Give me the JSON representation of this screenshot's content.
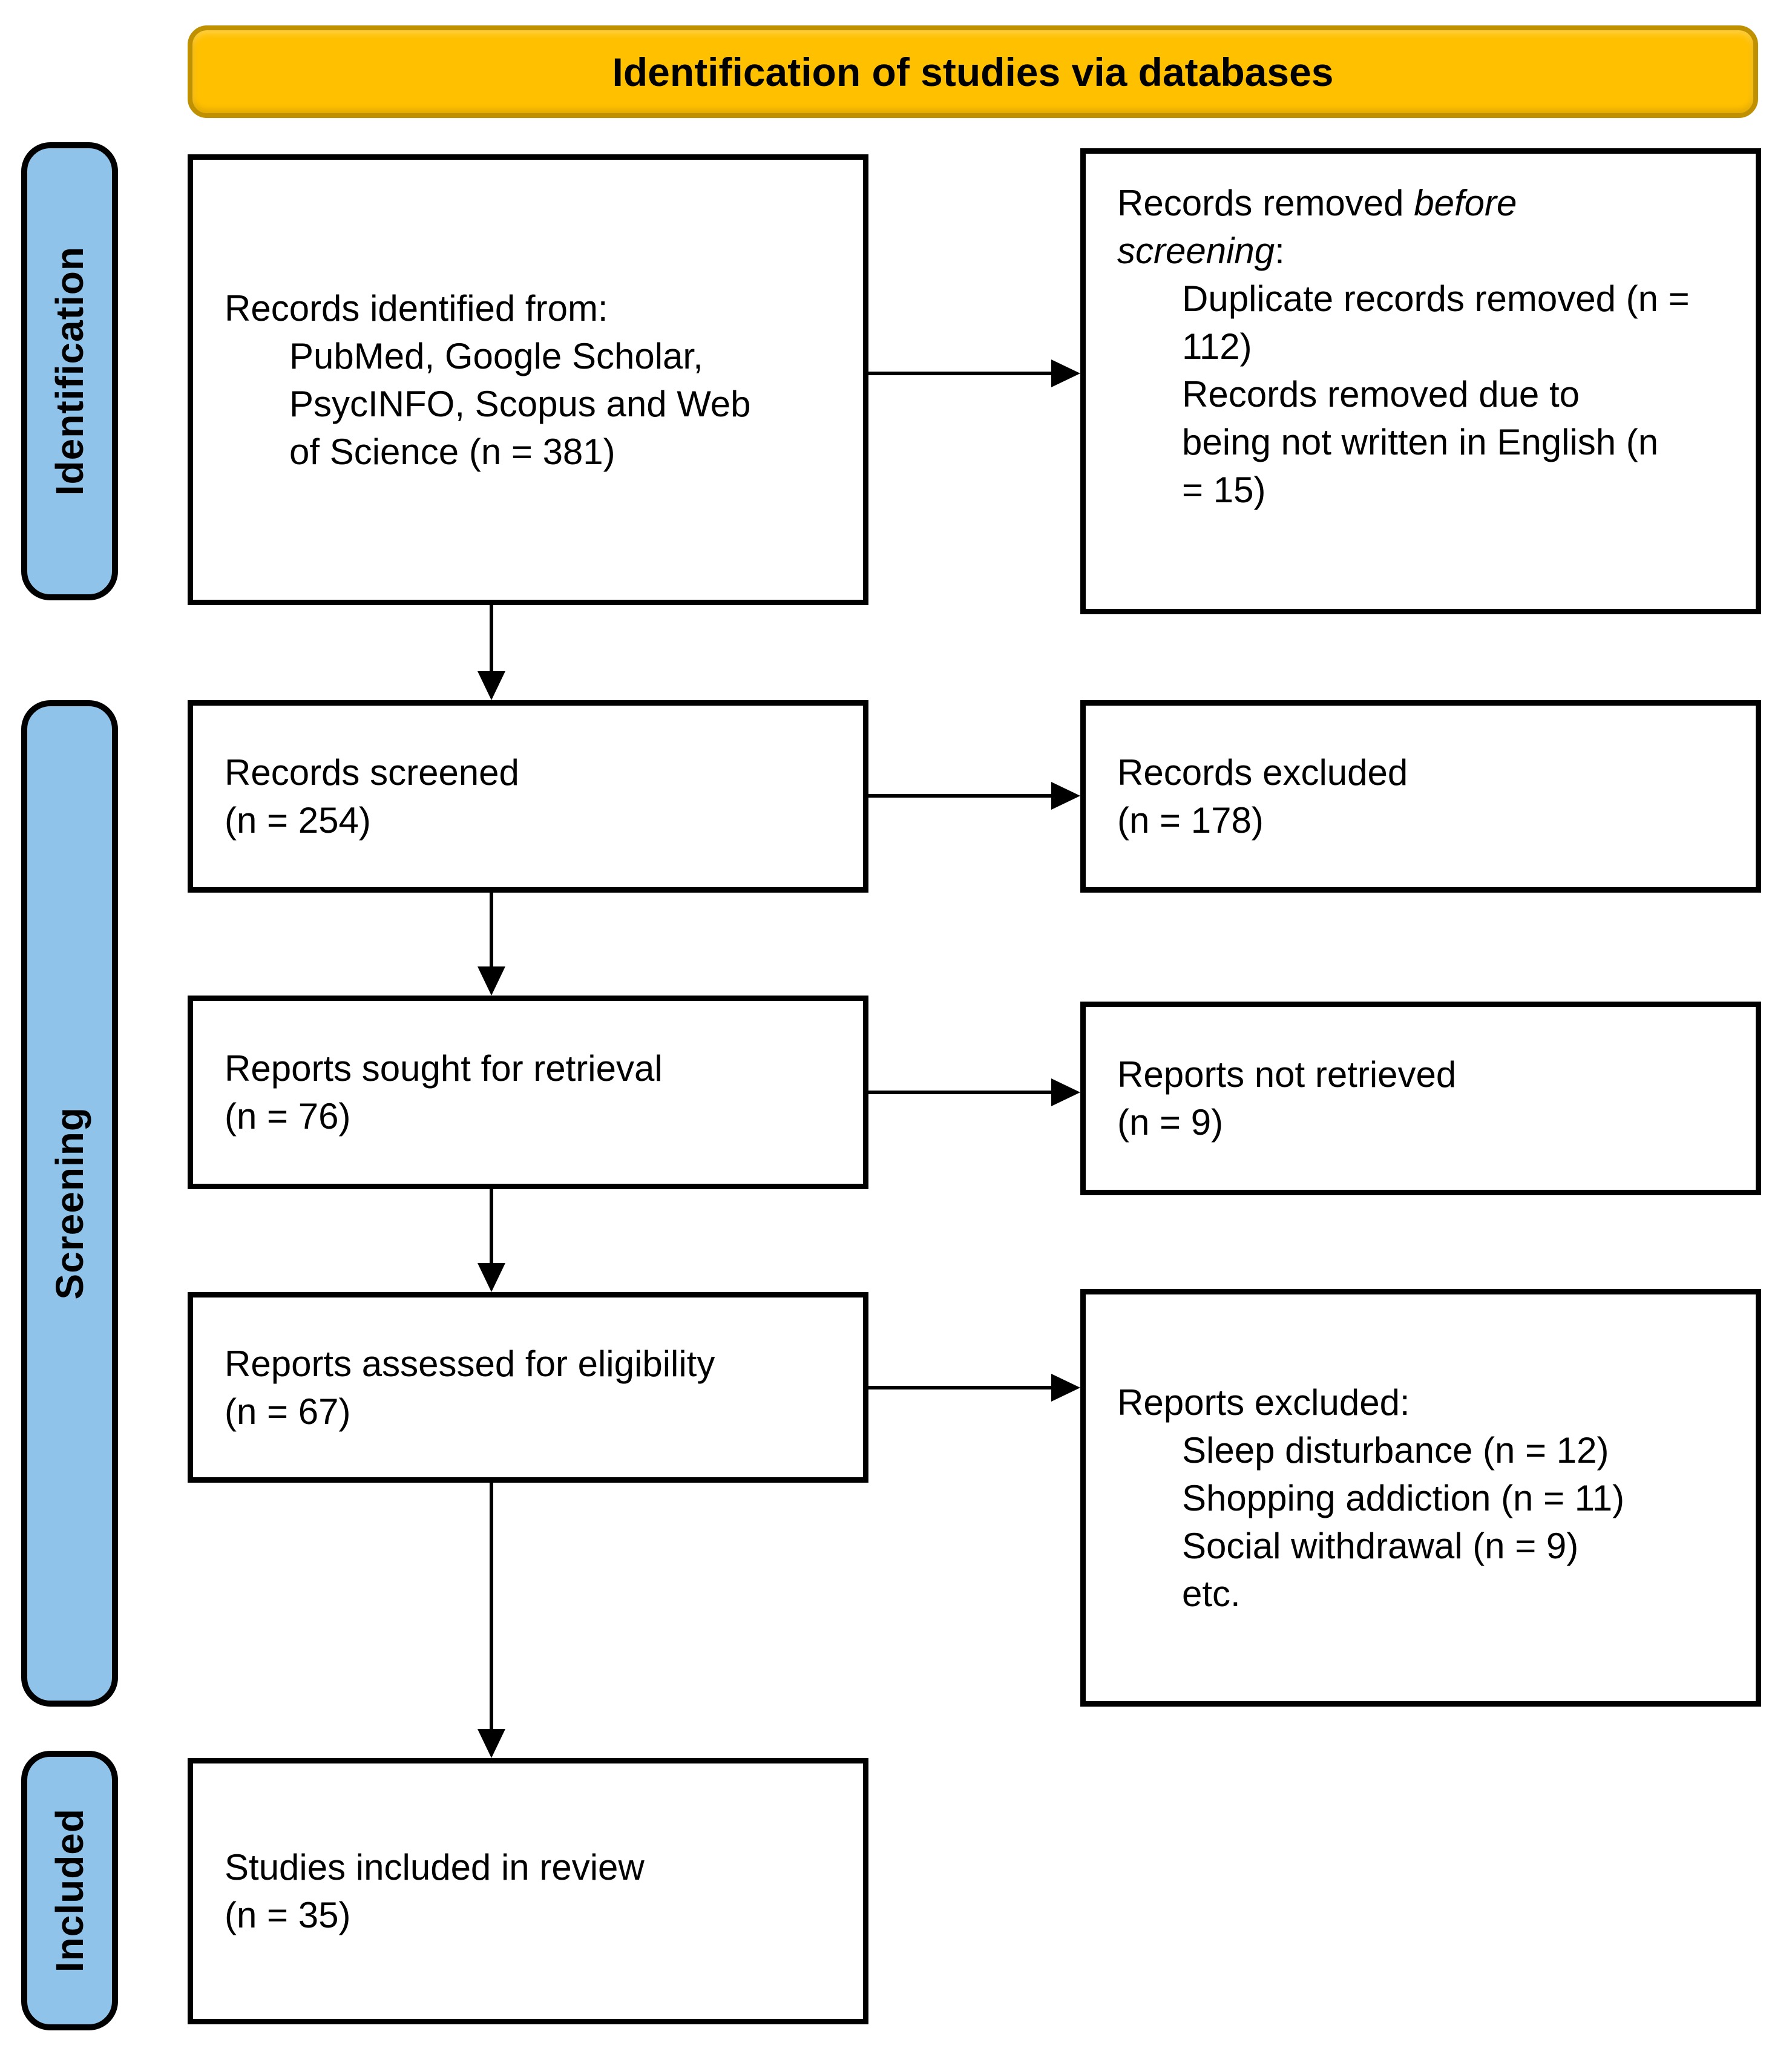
{
  "header": {
    "title": "Identification of studies via databases"
  },
  "sidebar": {
    "identification_label": "Identification",
    "screening_label": "Screening",
    "included_label": "Included"
  },
  "colors": {
    "header_fill": "#FFC000",
    "header_border": "#BF9000",
    "sidebar_fill": "#8FC3E9",
    "box_border": "#000000",
    "text": "#000000"
  },
  "boxes": {
    "records_identified": {
      "lines": {
        "l0": "Records identified from:",
        "l1": "PubMed, Google Scholar,",
        "l2": "PsycINFO, Scopus and Web",
        "l3": "of Science (n = 381)"
      }
    },
    "records_removed": {
      "title": {
        "regular": "Records removed ",
        "italic_a": "before",
        "italic_b": "screening",
        "colon": ":"
      },
      "lines": {
        "l0": "Duplicate records removed (n =",
        "l1": "112)",
        "l2": "Records removed due to",
        "l3": "being not written in English (n",
        "l4": "= 15)"
      }
    },
    "records_screened": {
      "lines": {
        "l0": "Records screened",
        "l1": "(n = 254)"
      }
    },
    "records_excluded": {
      "lines": {
        "l0": "Records excluded",
        "l1": "(n = 178)"
      }
    },
    "reports_sought": {
      "lines": {
        "l0": "Reports sought for retrieval",
        "l1": "(n = 76)"
      }
    },
    "reports_not_retrieved": {
      "lines": {
        "l0": "Reports not retrieved",
        "l1": "(n = 9)"
      }
    },
    "reports_assessed": {
      "lines": {
        "l0": "Reports assessed for eligibility",
        "l1": "(n = 67)"
      }
    },
    "reports_excluded": {
      "lines": {
        "l0": "Reports excluded:",
        "l1": "Sleep disturbance (n = 12)",
        "l2": "Shopping addiction (n = 11)",
        "l3": "Social withdrawal (n = 9)",
        "l4": "etc."
      }
    },
    "studies_included": {
      "lines": {
        "l0": "Studies included in review",
        "l1": "(n = 35)"
      }
    }
  }
}
